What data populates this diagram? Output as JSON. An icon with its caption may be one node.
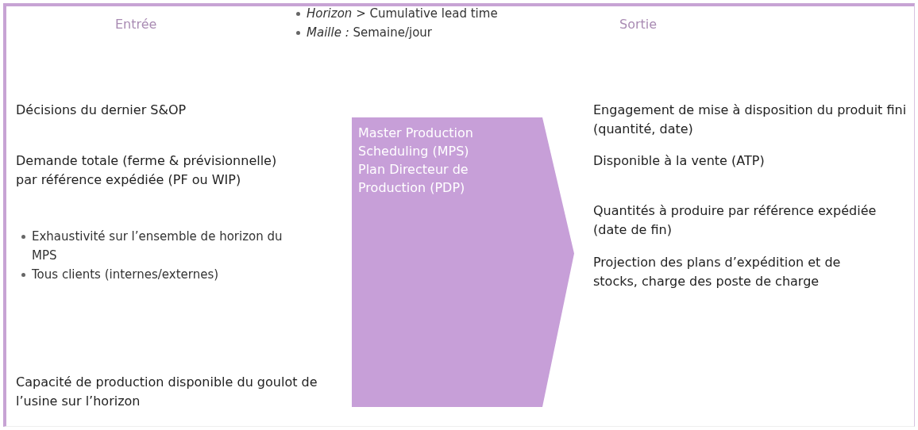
{
  "diagram": {
    "nodes": [
      {
        "text": [
          "Master Production Scheduling (MPS)",
          "Plan Directeur de Production (PDP)"
        ]
      }
    ],
    "labels": [
      "Entrée",
      "*Horizon* > Cumulative lead time",
      "*Maille :* Semaine/jour",
      "Sortie",
      "Décisions du dernier S&OP",
      "Demande totale (ferme & prévisionnelle) par référence expédiée (PF ou WIP)",
      "Exhaustivité sur l’ensemble de horizon du MPS",
      "Tous clients (internes/externes)",
      "Capacité de production disponible du goulot de l’usine sur l’horizon",
      "Engagement de mise à disposition du produit fini (quantité, date)",
      "Disponible à la vente (ATP)",
      "Quantités à produire par référence expédiée (date de fin)",
      "Projection des plans d’expédition et de stocks, charge des poste de charge"
    ]
  }
}
